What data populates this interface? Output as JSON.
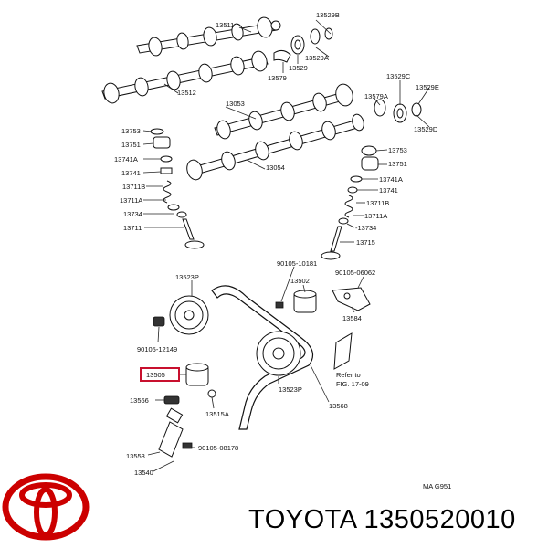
{
  "labels": {
    "l13511": "13511",
    "l13529B": "13529B",
    "l13529A": "13529A",
    "l13529": "13529",
    "l13579": "13579",
    "l13512": "13512",
    "l13529C": "13529C",
    "l13579A": "13579A",
    "l13529E": "13529E",
    "l13529D": "13529D",
    "l13053": "13053",
    "l13054": "13054",
    "l13753a": "13753",
    "l13751a": "13751",
    "l13741Aa": "13741A",
    "l13741a": "13741",
    "l13711Ba": "13711B",
    "l13711Aa": "13711A",
    "l13734a": "13734",
    "l13711": "13711",
    "l13753b": "13753",
    "l13751b": "13751",
    "l13741Ab": "13741A",
    "l13741b": "13741",
    "l13711Bb": "13711B",
    "l13711Ab": "13711A",
    "l13734b": "-13734",
    "l13715": "13715",
    "l90105_10181": "90105-10181",
    "l13523Pa": "13523P",
    "l13502": "13502",
    "l90105_06062": "90105-06062",
    "l13584": "13584",
    "l90105_12149": "90105-12149",
    "l13505": "13505",
    "l13566": "13566",
    "l13515A": "13515A",
    "l13523Pb": "13523P",
    "l13568": "13568",
    "refer1": "Refer to",
    "refer2": "FIG. 17-09",
    "l13553": "13553",
    "l90105_08178": "90105-08178",
    "l13540": "13540",
    "fig_code": "MA G951"
  },
  "footer": {
    "brand_text": "TOYOTA 1350520010"
  },
  "colors": {
    "highlight": "#c8102e",
    "logo": "#cc0000"
  },
  "icons": {
    "logo": "toyota-logo-icon"
  }
}
